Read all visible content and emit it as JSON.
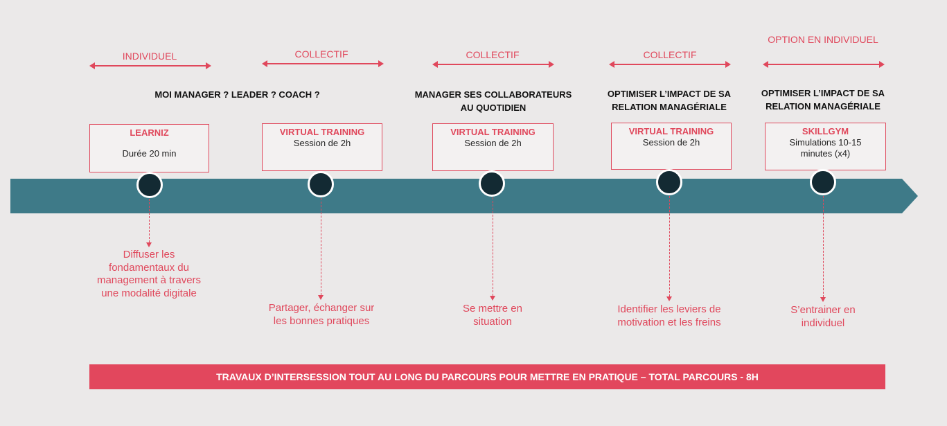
{
  "stages": [
    {
      "mode": "INDIVIDUEL",
      "heading": "MOI MANAGER ? LEADER ? COACH ?",
      "box_title": "LEARNIZ",
      "box_detail": "Durée 20 min",
      "outcome": "Diffuser les fondamentaux du management à travers une modalité digitale"
    },
    {
      "mode": "COLLECTIF",
      "heading": "",
      "box_title": "VIRTUAL TRAINING",
      "box_detail": "Session de 2h",
      "outcome": "Partager, échanger sur les bonnes pratiques"
    },
    {
      "mode": "COLLECTIF",
      "heading": "MANAGER SES COLLABORATEURS AU QUOTIDIEN",
      "box_title": "VIRTUAL TRAINING",
      "box_detail": "Session de 2h",
      "outcome": "Se mettre en situation"
    },
    {
      "mode": "COLLECTIF",
      "heading": "OPTIMISER L’IMPACT DE SA RELATION MANAGÉRIALE",
      "box_title": "VIRTUAL TRAINING",
      "box_detail": "Session de 2h",
      "outcome": "Identifier les leviers de motivation et les freins"
    },
    {
      "mode": "OPTION EN INDIVIDUEL",
      "heading": "OPTIMISER L’IMPACT DE SA RELATION MANAGÉRIALE",
      "box_title": "SKILLGYM",
      "box_detail": "Simulations 10-15 minutes (x4)",
      "outcome": "S’entrainer en individuel"
    }
  ],
  "banner": "TRAVAUX D’INTERSESSION TOUT AU LONG DU PARCOURS POUR METTRE EN PRATIQUE – TOTAL PARCOURS - 8H",
  "colors": {
    "accent": "#e0485c",
    "timeline": "#3e7a88",
    "node": "#132a33",
    "banner": "#e2475d"
  }
}
